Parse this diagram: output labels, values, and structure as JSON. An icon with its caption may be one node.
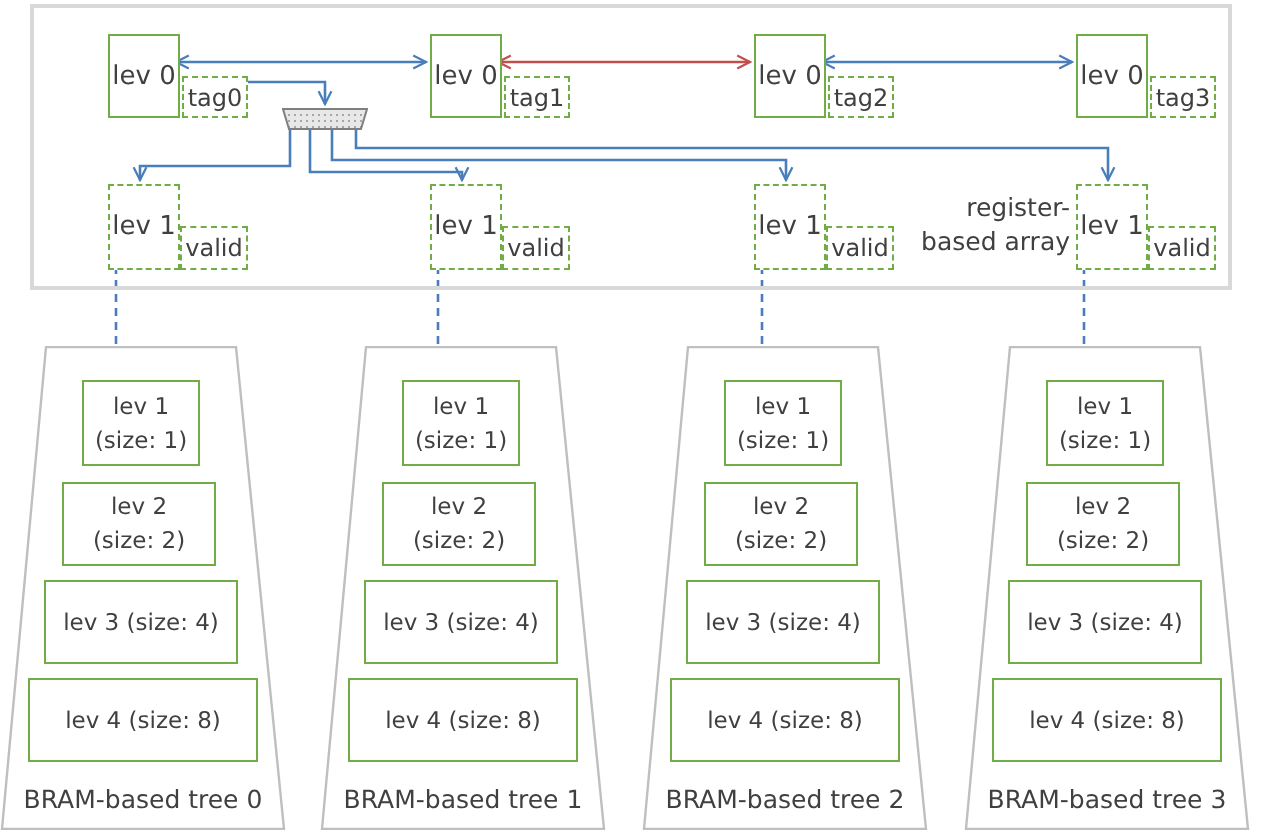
{
  "diagram": {
    "nodes": [
      {
        "text": [
          "register-based array"
        ]
      },
      {
        "text": [
          "lev 0"
        ],
        "in": 0
      },
      {
        "text": [
          "tag0"
        ],
        "in": 0
      },
      {
        "text": [
          "lev 0"
        ],
        "in": 0
      },
      {
        "text": [
          "tag1"
        ],
        "in": 0
      },
      {
        "text": [
          "lev 0"
        ],
        "in": 0
      },
      {
        "text": [
          "tag2"
        ],
        "in": 0
      },
      {
        "text": [
          "lev 0"
        ],
        "in": 0
      },
      {
        "text": [
          "tag3"
        ],
        "in": 0
      },
      {
        "text": [],
        "shape": "trapezoid",
        "in": 0
      },
      {
        "text": [
          "lev 1"
        ],
        "in": 0
      },
      {
        "text": [
          "valid"
        ],
        "in": 0
      },
      {
        "text": [
          "lev 1"
        ],
        "in": 0
      },
      {
        "text": [
          "valid"
        ],
        "in": 0
      },
      {
        "text": [
          "lev 1"
        ],
        "in": 0
      },
      {
        "text": [
          "valid"
        ],
        "in": 0
      },
      {
        "text": [
          "lev 1"
        ],
        "in": 0
      },
      {
        "text": [
          "valid"
        ],
        "in": 0
      },
      {
        "text": [
          "BRAM-based tree 0"
        ]
      },
      {
        "text": [
          "lev 1 (size: 1)"
        ],
        "in": 18
      },
      {
        "text": [
          "lev 2 (size: 2)"
        ],
        "in": 18
      },
      {
        "text": [
          "lev 3 (size: 4)"
        ],
        "in": 18
      },
      {
        "text": [
          "lev 4 (size: 8)"
        ],
        "in": 18
      },
      {
        "text": [
          "BRAM-based tree 1"
        ]
      },
      {
        "text": [
          "lev 1 (size: 1)"
        ],
        "in": 23
      },
      {
        "text": [
          "lev 2 (size: 2)"
        ],
        "in": 23
      },
      {
        "text": [
          "lev 3 (size: 4)"
        ],
        "in": 23
      },
      {
        "text": [
          "lev 4 (size: 8)"
        ],
        "in": 23
      },
      {
        "text": [
          "BRAM-based tree 2"
        ]
      },
      {
        "text": [
          "lev 1 (size: 1)"
        ],
        "in": 28
      },
      {
        "text": [
          "lev 2 (size: 2)"
        ],
        "in": 28
      },
      {
        "text": [
          "lev 3 (size: 4)"
        ],
        "in": 28
      },
      {
        "text": [
          "lev 4 (size: 8)"
        ],
        "in": 28
      },
      {
        "text": [
          "BRAM-based tree 3"
        ]
      },
      {
        "text": [
          "lev 1 (size: 1)"
        ],
        "in": 33
      },
      {
        "text": [
          "lev 2 (size: 2)"
        ],
        "in": 33
      },
      {
        "text": [
          "lev 3 (size: 4)"
        ],
        "in": 33
      },
      {
        "text": [
          "lev 4 (size: 8)"
        ],
        "in": 33
      }
    ],
    "edges": [
      {
        "from": 1,
        "to": 3,
        "arrow": "both"
      },
      {
        "from": 5,
        "to": 3,
        "arrow": "both",
        "color": "#c0504d"
      },
      {
        "from": 5,
        "to": 7,
        "arrow": "both"
      },
      {
        "from": 2,
        "to": 9,
        "arrow": "to"
      },
      {
        "from": 9,
        "to": 10,
        "arrow": "to"
      },
      {
        "from": 9,
        "to": 12,
        "arrow": "to"
      },
      {
        "from": 9,
        "to": 14,
        "arrow": "to"
      },
      {
        "from": 9,
        "to": 16,
        "arrow": "to"
      },
      {
        "from": 10,
        "to": 18,
        "arrow": "none",
        "style": "dashed"
      },
      {
        "from": 12,
        "to": 23,
        "arrow": "none",
        "style": "dashed"
      },
      {
        "from": 14,
        "to": 28,
        "arrow": "none",
        "style": "dashed"
      },
      {
        "from": 16,
        "to": 33,
        "arrow": "none",
        "style": "dashed"
      }
    ]
  }
}
